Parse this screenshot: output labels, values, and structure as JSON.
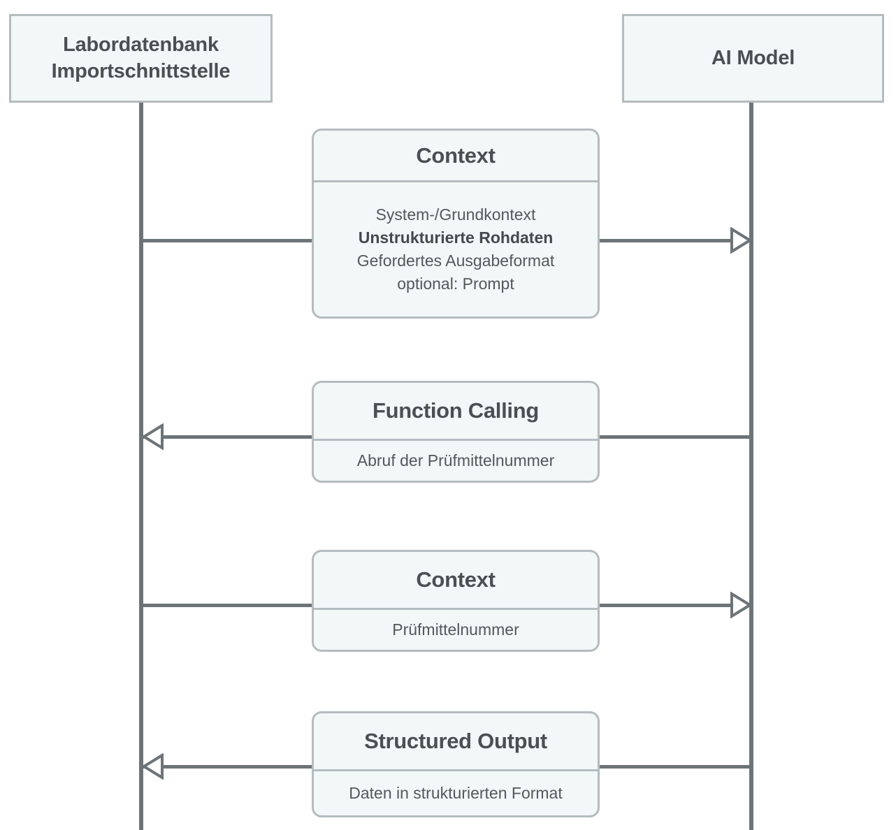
{
  "diagram": {
    "type": "sequence-diagram",
    "colors": {
      "box_fill": "#f2f7f7",
      "box_border": "#b4bcc0",
      "lifeline": "#6d7477",
      "text": "#4a4f52",
      "body_text": "#53585b",
      "background": "#ffffff"
    }
  },
  "participants": [
    {
      "id": "left",
      "label": "Labordatenbank\nImportschnittstelle",
      "line1": "Labordatenbank",
      "line2": "Importschnittstelle"
    },
    {
      "id": "right",
      "label": "AI Model",
      "line1": "AI Model",
      "line2": ""
    }
  ],
  "messages": [
    {
      "id": "m1",
      "direction": "left-to-right",
      "arrow_style": "open-triangle",
      "note": "note1"
    },
    {
      "id": "m2",
      "direction": "right-to-left",
      "arrow_style": "open-triangle",
      "note": "note2"
    },
    {
      "id": "m3",
      "direction": "left-to-right",
      "arrow_style": "open-triangle",
      "note": "note3"
    },
    {
      "id": "m4",
      "direction": "right-to-left",
      "arrow_style": "open-triangle",
      "note": "note4"
    }
  ],
  "notes": [
    {
      "id": "note1",
      "title": "Context",
      "lines": [
        {
          "text": "System-/Grundkontext",
          "bold": false
        },
        {
          "text": "Unstrukturierte Rohdaten",
          "bold": true
        },
        {
          "text": "Gefordertes Ausgabeformat",
          "bold": false
        },
        {
          "text": "optional: Prompt",
          "bold": false
        }
      ]
    },
    {
      "id": "note2",
      "title": "Function Calling",
      "lines": [
        {
          "text": "Abruf der Prüfmittelnummer",
          "bold": false
        }
      ]
    },
    {
      "id": "note3",
      "title": "Context",
      "lines": [
        {
          "text": "Prüfmittelnummer",
          "bold": false
        }
      ]
    },
    {
      "id": "note4",
      "title": "Structured Output",
      "lines": [
        {
          "text": "Daten in strukturierten Format",
          "bold": false
        }
      ]
    }
  ]
}
